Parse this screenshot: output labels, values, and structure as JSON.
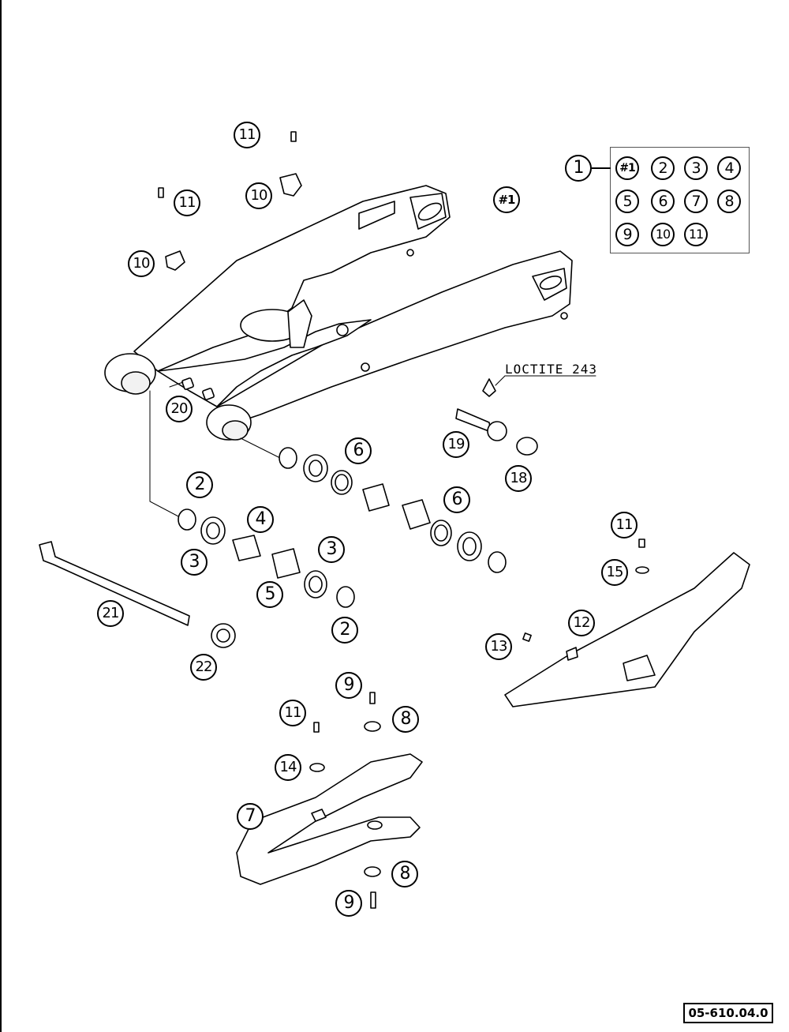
{
  "document_number": "05-610.04.0",
  "note_label": "LOCTITE 243",
  "kit": {
    "main": "1",
    "items": [
      "#1",
      "2",
      "3",
      "4",
      "5",
      "6",
      "7",
      "8",
      "9",
      "10",
      "11"
    ]
  },
  "callouts": {
    "c11a": "11",
    "c10a": "10",
    "c11b": "11",
    "c10b": "10",
    "c1": "#1",
    "c20": "20",
    "c2a": "2",
    "c6a": "6",
    "c4": "4",
    "c3a": "3",
    "c3b": "3",
    "c5": "5",
    "c2b": "2",
    "c6b": "6",
    "c19": "19",
    "c18": "18",
    "c21": "21",
    "c22": "22",
    "c11c": "11",
    "c15": "15",
    "c12": "12",
    "c13": "13",
    "c9a": "9",
    "c8a": "8",
    "c11d": "11",
    "c14": "14",
    "c7": "7",
    "c8b": "8",
    "c9b": "9"
  }
}
